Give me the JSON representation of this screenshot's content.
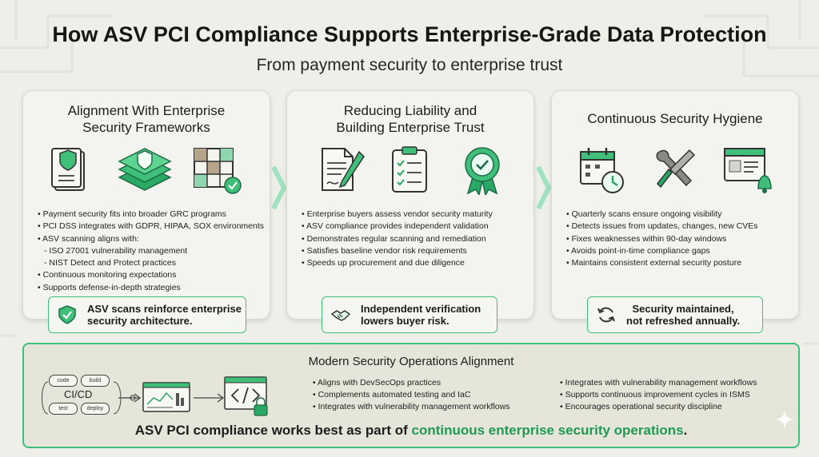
{
  "header": {
    "title": "How ASV PCI Compliance Supports Enterprise-Grade Data Protection",
    "subtitle": "From payment security to enterprise trust"
  },
  "cards": [
    {
      "title_line1": "Alignment With Enterprise",
      "title_line2": "Security Frameworks",
      "icons": [
        "document-shield-icon",
        "layers-shield-icon",
        "grid-check-icon"
      ],
      "bullets": [
        "• Payment security fits into broader GRC programs",
        "• PCI DSS integrates with GDPR, HIPAA, SOX environments",
        "• ASV scanning aligns with:",
        "- ISO 27001 vulnerability management",
        "- NIST Detect and Protect practices",
        "• Continuous monitoring expectations",
        "• Supports defense-in-depth strategies"
      ],
      "callout_line1": "ASV scans reinforce enterprise",
      "callout_line2": "security architecture.",
      "callout_icon": "shield-check-icon"
    },
    {
      "title_line1": "Reducing Liability and",
      "title_line2": "Building Enterprise Trust",
      "icons": [
        "contract-pen-icon",
        "clipboard-checklist-icon",
        "award-badge-icon"
      ],
      "bullets": [
        "• Enterprise buyers assess vendor security maturity",
        "• ASV compliance provides independent validation",
        "• Demonstrates regular scanning and remediation",
        "• Satisfies baseline vendor risk requirements",
        "• Speeds up procurement and due diligence"
      ],
      "callout_line1": "Independent verification",
      "callout_line2": "lowers buyer risk.",
      "callout_icon": "handshake-icon"
    },
    {
      "title_line1": "Continuous Security Hygiene",
      "title_line2": "",
      "icons": [
        "calendar-clock-icon",
        "wrench-screwdriver-icon",
        "browser-alert-icon"
      ],
      "bullets": [
        "• Quarterly scans ensure ongoing visibility",
        "• Detects issues from updates, changes, new CVEs",
        "• Fixes weaknesses within 90-day windows",
        "• Avoids point-in-time compliance gaps",
        "• Maintains consistent external security posture"
      ],
      "callout_line1": "Security maintained,",
      "callout_line2": "not refreshed annually.",
      "callout_icon": "refresh-icon"
    }
  ],
  "bottom": {
    "title": "Modern Security Operations Alignment",
    "pipeline": {
      "pills": [
        "code",
        "build",
        "test",
        "deploy"
      ],
      "label": "CI/CD",
      "icons": [
        "dashboard-icon",
        "code-window-lock-icon"
      ]
    },
    "col1": [
      "• Aligns with DevSecOps practices",
      "• Complements automated testing and IaC",
      "• Integrates with vulnerability management workflows"
    ],
    "col2": [
      "• Integrates with vulnerability management workflows",
      "• Supports continuous improvement cycles in ISMS",
      "• Encourages operational security discipline"
    ],
    "tagline_prefix": "ASV PCI compliance works best as part of ",
    "tagline_highlight": "continuous enterprise security operations",
    "tagline_suffix": "."
  },
  "colors": {
    "accent": "#3fbf7a",
    "accent_dark": "#1f9a55",
    "background": "#efefe9",
    "card": "#f3f3ef"
  }
}
